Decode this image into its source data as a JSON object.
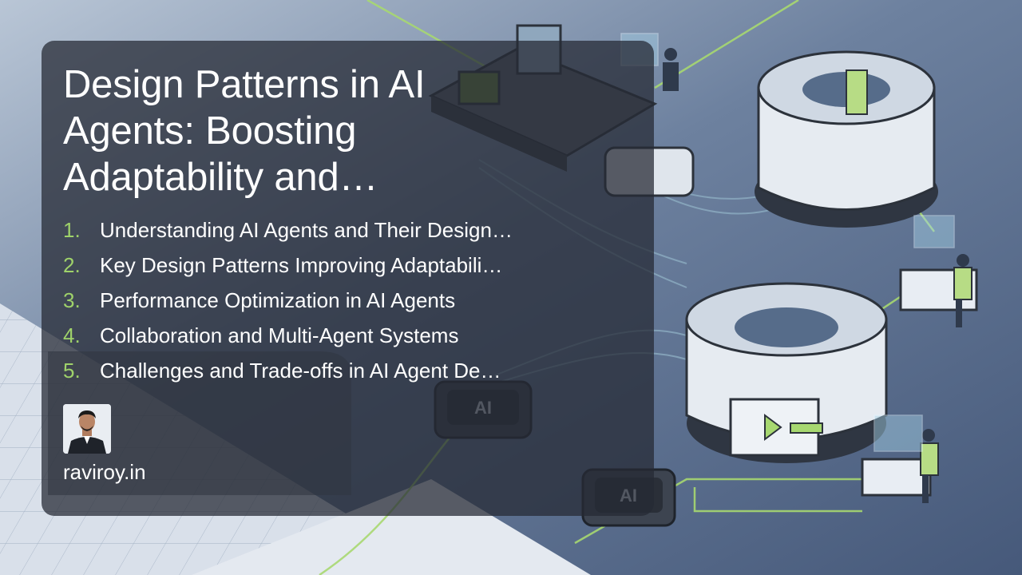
{
  "title": "Design Patterns in AI Agents: Boosting Adaptability and…",
  "toc": [
    {
      "num": "1.",
      "text": "Understanding AI Agents and Their Design…"
    },
    {
      "num": "2.",
      "text": "Key Design Patterns Improving Adaptabili…"
    },
    {
      "num": "3.",
      "text": "Performance Optimization in AI Agents"
    },
    {
      "num": "4.",
      "text": "Collaboration and Multi-Agent Systems"
    },
    {
      "num": "5.",
      "text": "Challenges and Trade-offs in AI Agent De…"
    }
  ],
  "chip_label": "AI",
  "site": "raviroy.in",
  "colors": {
    "accent": "#9fd26a",
    "card": "#262a34",
    "background": "#5b6f8f"
  },
  "icons": {
    "avatar": "author-avatar"
  }
}
